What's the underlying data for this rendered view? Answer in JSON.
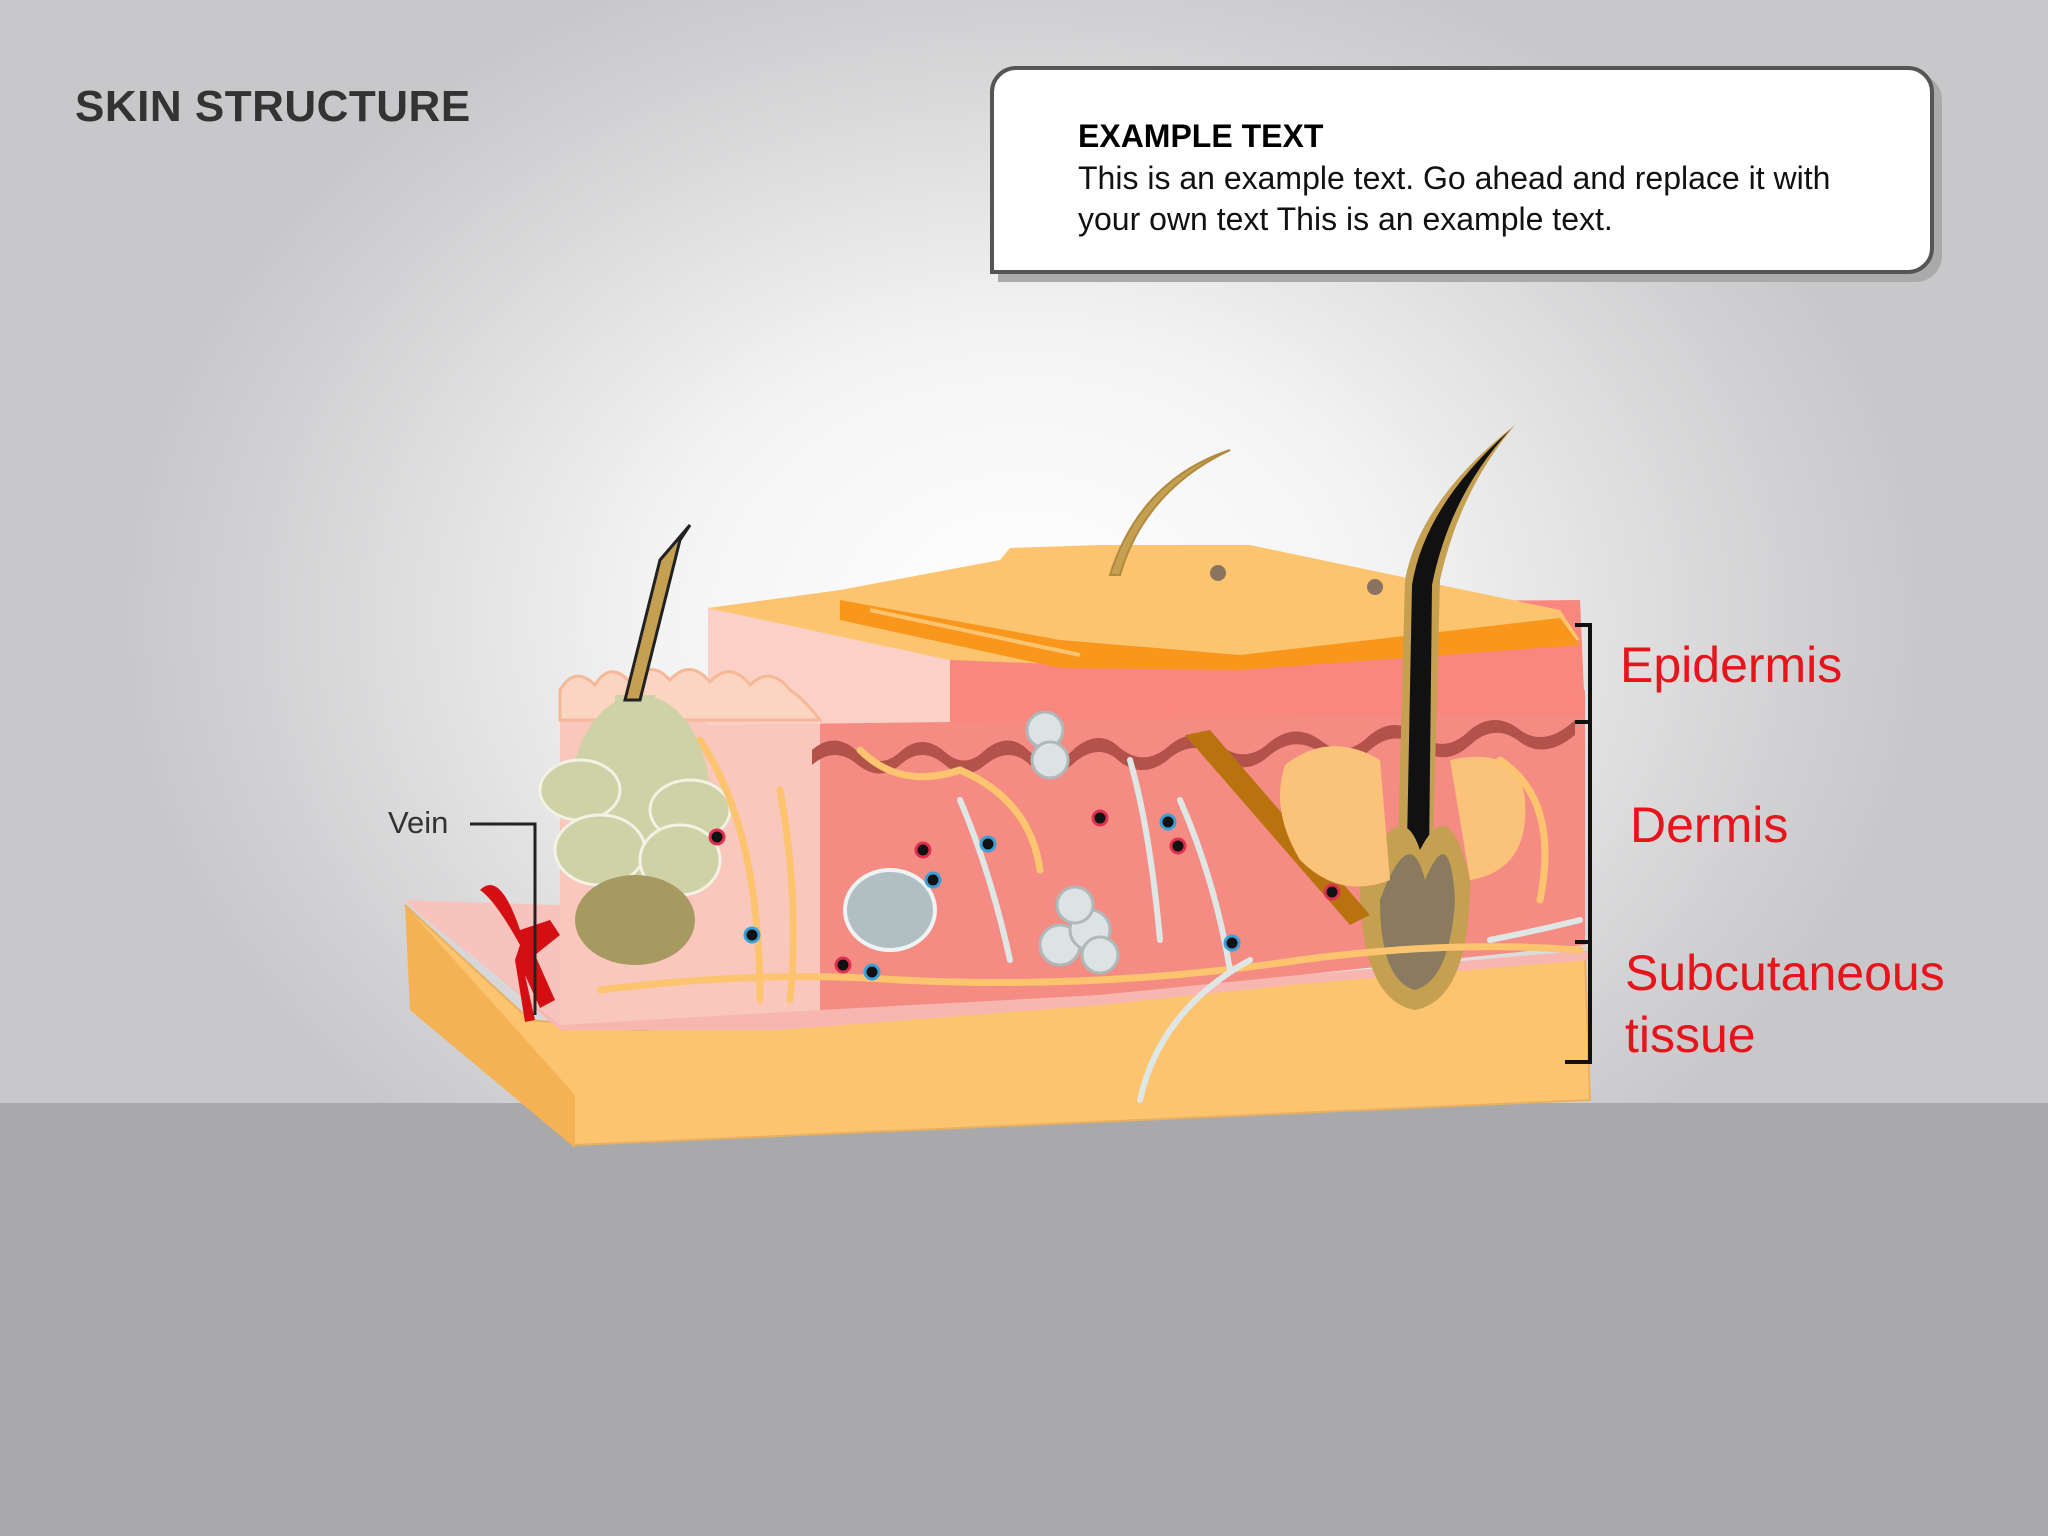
{
  "title": "SKIN STRUCTURE",
  "callout": {
    "heading": "EXAMPLE TEXT",
    "body": "This is an example text. Go ahead and replace it with your own text This is an example text."
  },
  "labels": {
    "epidermis": "Epidermis",
    "dermis": "Dermis",
    "subcutaneous_line1": "Subcutaneous",
    "subcutaneous_line2": "tissue",
    "vein": "Vein"
  },
  "colors": {
    "label_red": "#e8141b",
    "fat": "#fcc46e",
    "dermis": "#f58c83",
    "epidermis_top": "#f9961c"
  }
}
